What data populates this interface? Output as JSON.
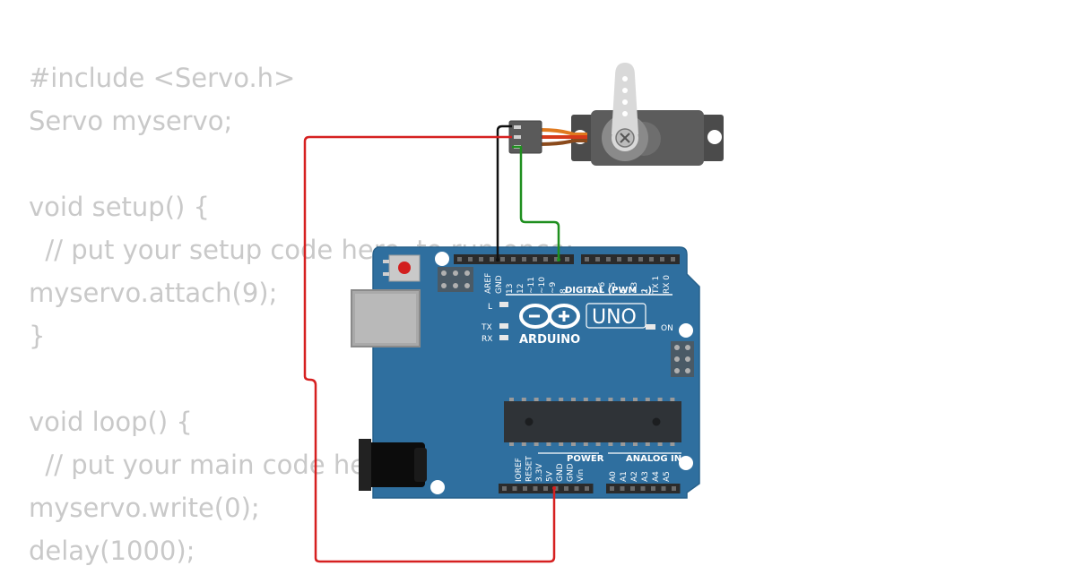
{
  "code": {
    "lines": [
      "#include <Servo.h>",
      "Servo myservo;",
      "",
      "void setup() {",
      "  // put your setup code here, to run once:",
      "myservo.attach(9);",
      "}",
      "",
      "void loop() {",
      "  // put your main code here, to run repeatedly:",
      "myservo.write(0);",
      "delay(1000);"
    ]
  },
  "board": {
    "logo_text": "ARDUINO",
    "model": "UNO",
    "digital_header": "DIGITAL (PWM ~)",
    "power_header": "POWER",
    "analog_header": "ANALOG IN",
    "on_label": "ON",
    "led_l": "L",
    "led_tx": "TX",
    "led_rx": "RX",
    "top_pins_left": [
      "AREF",
      "GND",
      "13",
      "12",
      "~11",
      "~10",
      "~9",
      "8"
    ],
    "top_pins_right": [
      "7",
      "~6",
      "~5",
      "4",
      "~3",
      "2",
      "TX 1",
      "RX 0"
    ],
    "power_pins": [
      "IOREF",
      "RESET",
      "3.3V",
      "5V",
      "GND",
      "GND",
      "Vin"
    ],
    "analog_pins": [
      "A0",
      "A1",
      "A2",
      "A3",
      "A4",
      "A5"
    ]
  },
  "colors": {
    "board": "#2f6f9f",
    "wire_power": "#d62020",
    "wire_ground": "#111111",
    "wire_signal": "#1f8f1f",
    "servo_body": "#5a5a5a",
    "code_text": "#c9c9c9"
  }
}
